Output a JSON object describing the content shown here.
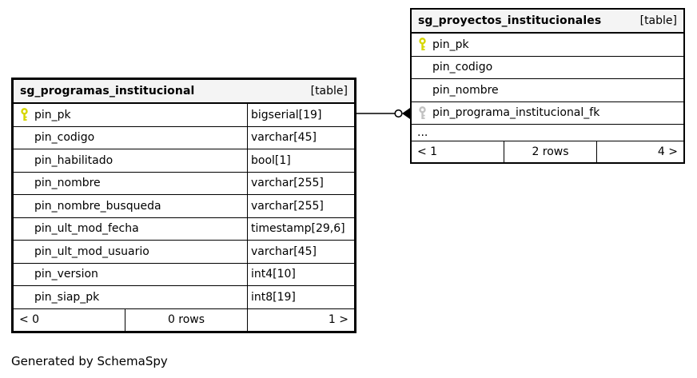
{
  "page": {
    "generated_note": "Generated by SchemaSpy"
  },
  "colors": {
    "header_bg": "#f4f4f4",
    "border": "#000000",
    "pk_key": "#d6d600",
    "fk_key": "#c2c2c2",
    "connector": "#000000"
  },
  "tables": [
    {
      "name": "sg_programas_institucional",
      "tag": "[table]",
      "columns": [
        {
          "name": "pin_pk",
          "type": "bigserial[19]",
          "key": "pk"
        },
        {
          "name": "pin_codigo",
          "type": "varchar[45]"
        },
        {
          "name": "pin_habilitado",
          "type": "bool[1]"
        },
        {
          "name": "pin_nombre",
          "type": "varchar[255]"
        },
        {
          "name": "pin_nombre_busqueda",
          "type": "varchar[255]"
        },
        {
          "name": "pin_ult_mod_fecha",
          "type": "timestamp[29,6]"
        },
        {
          "name": "pin_ult_mod_usuario",
          "type": "varchar[45]"
        },
        {
          "name": "pin_version",
          "type": "int4[10]"
        },
        {
          "name": "pin_siap_pk",
          "type": "int8[19]"
        }
      ],
      "footer": {
        "left": "< 0",
        "center": "0 rows",
        "right": "1 >"
      }
    },
    {
      "name": "sg_proyectos_institucionales",
      "tag": "[table]",
      "columns": [
        {
          "name": "pin_pk",
          "key": "pk"
        },
        {
          "name": "pin_codigo"
        },
        {
          "name": "pin_nombre"
        },
        {
          "name": "pin_programa_institucional_fk",
          "key": "fk"
        },
        {
          "name": "...",
          "ellipsis": true
        }
      ],
      "footer": {
        "left": "< 1",
        "center": "2 rows",
        "right": "4 >"
      }
    }
  ],
  "relationship": {
    "from_table": "sg_programas_institucional",
    "from_column": "pin_pk",
    "to_table": "sg_proyectos_institucionales",
    "to_column": "pin_programa_institucional_fk"
  }
}
